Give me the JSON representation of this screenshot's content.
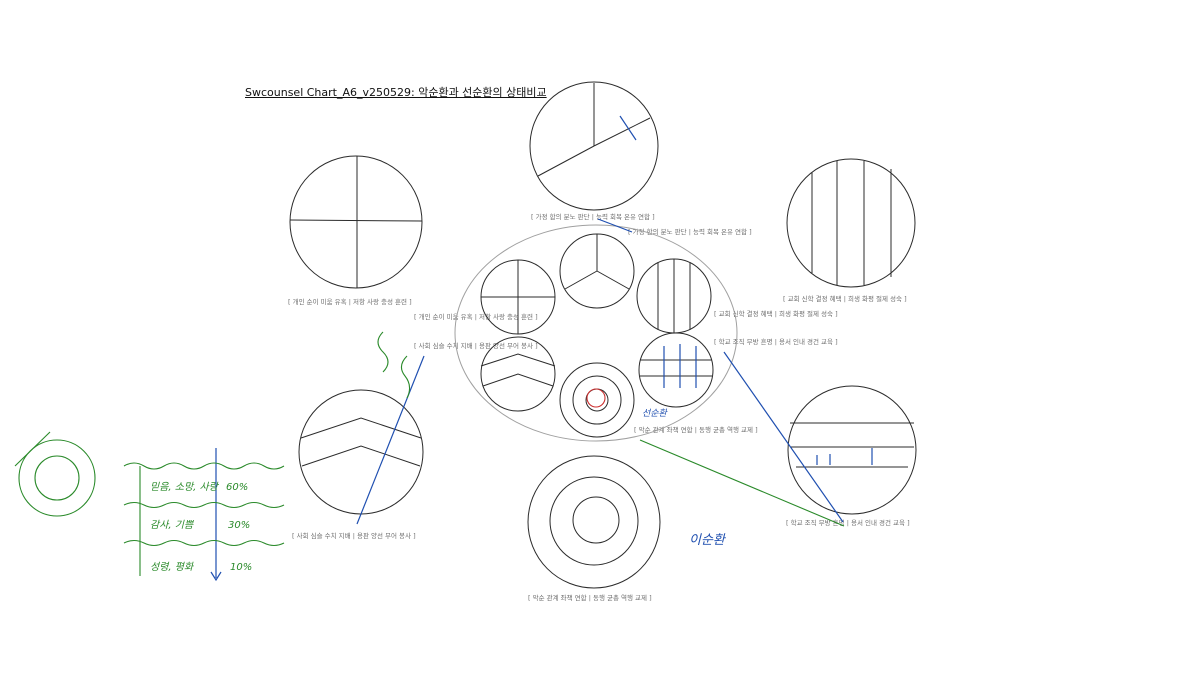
{
  "title": "Swcounsel Chart_A6_v250529: 악순환과 선순환의 상태비교",
  "captions": {
    "top_left": "[ 개인 순이 미움 유혹 | 저항 사랑 충성 훈련 ]",
    "top_center": "[ 가정 합의 분노 판단 | 능력 회복 온유 연합 ]",
    "top_right": "[ 교회 신학 결정 혜택 | 희생 화평 절제 성숙 ]",
    "bottom_left": "[ 사회 심슬 수치 지배 | 용판 양선 무어 봉사 ]",
    "bottom_center": "[ 악순 관계 좌책 연합 | 동행 균총 역행 교제 ]",
    "bottom_right": "[ 학교 조직 무방 흔명 | 용서 인내 경건 교육 ]",
    "middle_top": "[ 가정 합의 분노 판단 | 능력 회복 온유 연합 ]",
    "middle_left_1": "[ 개인 순이 미움 유혹 | 저항 사랑 충성 훈련 ]",
    "middle_left_2": "[ 사회 심슬 수치 지배 | 용판 양선 무어 봉사 ]",
    "middle_right_1": "[ 교회 신학 결정 혜택 | 희생 화평 절제 성숙 ]",
    "middle_right_2": "[ 학교 조직 무방 흔명 | 용서 인내 경건 교육 ]",
    "middle_bottom": "[ 악순 관계 좌책 연합 | 동행 균총 역행 교제 ]"
  },
  "handwriting": {
    "row1": "믿음, 소망, 사랑",
    "row1_pct": "60%",
    "row2": "감사, 기쁨",
    "row2_pct": "30%",
    "row3": "성령, 평화",
    "row3_pct": "10%",
    "signature": "이순환",
    "center_note": "선순환"
  }
}
